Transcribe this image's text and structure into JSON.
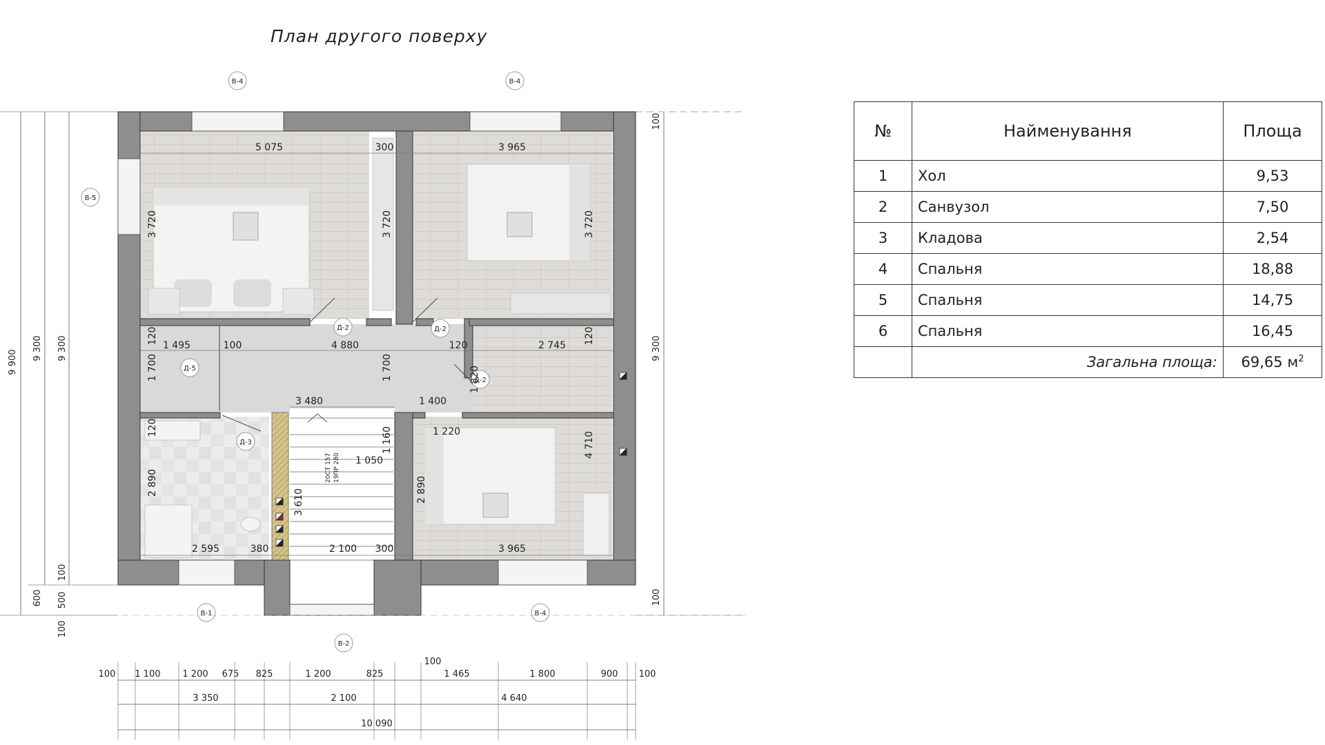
{
  "title": "План другого поверху",
  "table": {
    "headers": {
      "num": "№",
      "name": "Найменування",
      "area": "Площа"
    },
    "rows": [
      {
        "num": "1",
        "name": "Хол",
        "area": "9,53"
      },
      {
        "num": "2",
        "name": "Санвузол",
        "area": "7,50"
      },
      {
        "num": "3",
        "name": "Кладова",
        "area": "2,54"
      },
      {
        "num": "4",
        "name": "Спальня",
        "area": "18,88"
      },
      {
        "num": "5",
        "name": "Спальня",
        "area": "14,75"
      },
      {
        "num": "6",
        "name": "Спальня",
        "area": "16,45"
      }
    ],
    "total_label": "Загальна площа:",
    "total_value": "69,65",
    "total_unit": "м",
    "total_unit_sup": "2"
  },
  "plan": {
    "colors": {
      "wall": "#8e8e8e",
      "floor_wood": "#dcdad6",
      "floor_tile": "#e8e8e8",
      "floor_hall": "#dadada",
      "stair_wall": "#d4c48a"
    },
    "window_tags": [
      "В-4",
      "В-4",
      "В-5",
      "В-1",
      "В-2",
      "В-4"
    ],
    "door_tags": [
      "Д-2",
      "Д-2",
      "Д-5",
      "Д-2",
      "Д-3"
    ],
    "stair_note_1": "20СТ 157",
    "stair_note_2": "19ПР 280",
    "top_dims": {
      "bedroom_left_width": "5 075",
      "wall_300": "300",
      "bedroom_right_width": "3 965"
    },
    "room_dims": {
      "left_height": "3 720",
      "mid_height": "3 720",
      "right_height": "3 720",
      "hall_left": "1 495",
      "hall_100": "100",
      "hall_main": "4 880",
      "hall_120": "120",
      "hall_right": "2 745",
      "hall_1700_left": "1 700",
      "hall_1700_mid": "1 700",
      "hall_1820": "1 820",
      "hall_120_left": "120",
      "hall_120_right": "120",
      "stair_3480": "3 480",
      "stair_1400": "1 400",
      "stair_1160": "1 160",
      "stair_1050": "1 050",
      "stair_3610": "3 610",
      "bath_120": "120",
      "bath_2890": "2 890",
      "br_1220": "1 220",
      "br_4710": "4 710",
      "br_2890": "2 890",
      "bottom_2595": "2 595",
      "bottom_380": "380",
      "bottom_2100": "2 100",
      "bottom_300": "300",
      "bottom_3965": "3 965"
    },
    "left_dims": {
      "total": "9 900",
      "a": "9 300",
      "b": "9 300",
      "v100": "100",
      "v600": "600",
      "v500": "500",
      "v100b": "100"
    },
    "right_dims": {
      "top100": "100",
      "mid": "9 300",
      "bot100": "100"
    },
    "bottom_chain": [
      "100",
      "1 100",
      "1 200",
      "675",
      "825",
      "1 200",
      "825",
      "100",
      "1 465",
      "1 800",
      "900",
      "100"
    ],
    "bottom_chain2": [
      "3 350",
      "2 100",
      "4 640"
    ],
    "bottom_total": "10 090"
  }
}
